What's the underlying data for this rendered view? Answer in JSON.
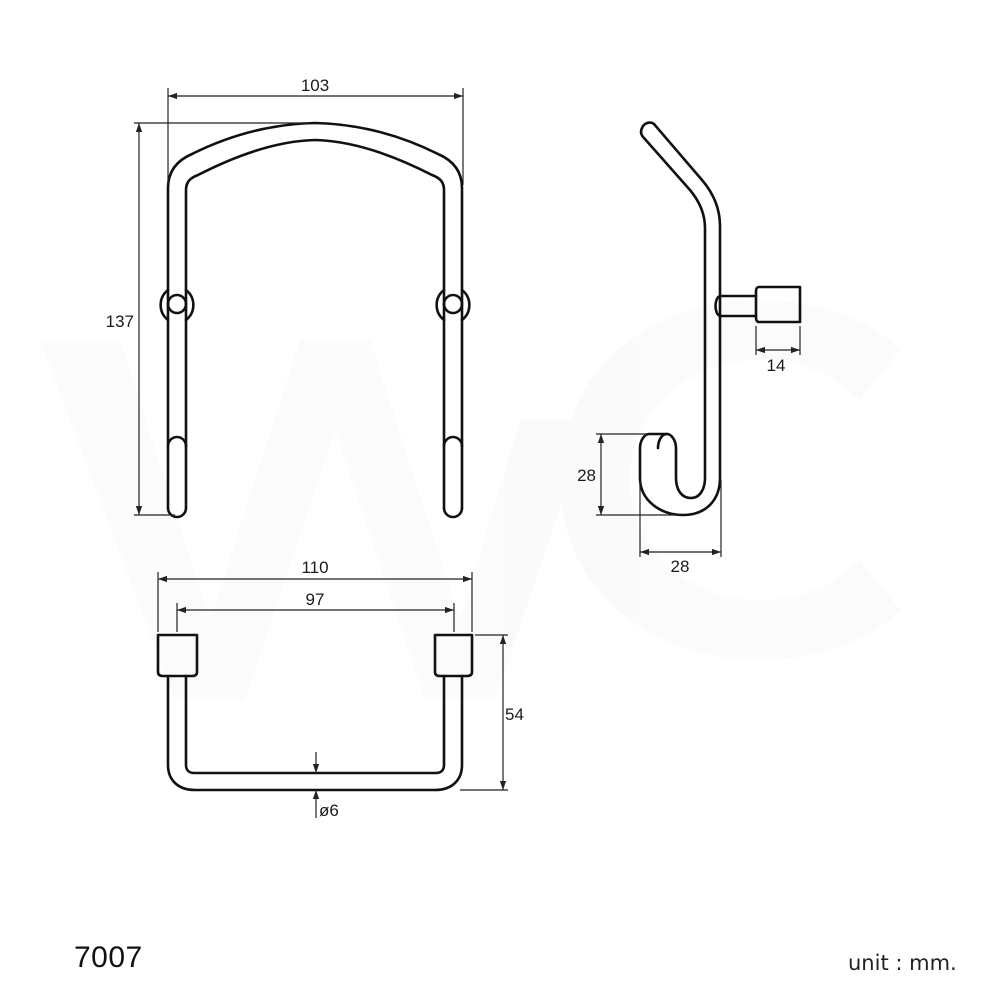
{
  "product": {
    "model_number": "7007",
    "unit_label": "unit : mm."
  },
  "colors": {
    "line": "#111111",
    "dimension": "#222222",
    "background": "#ffffff",
    "watermark": "#f7f7f7"
  },
  "views": {
    "front": {
      "width_dimension": "103",
      "height_dimension": "137"
    },
    "side": {
      "mount_depth_dimension": "14",
      "hook_height_dimension": "28",
      "hook_width_dimension": "28"
    },
    "bottom": {
      "overall_width_dimension": "110",
      "inner_width_dimension": "97",
      "depth_dimension": "54",
      "tube_diameter_dimension": "ø6"
    }
  }
}
